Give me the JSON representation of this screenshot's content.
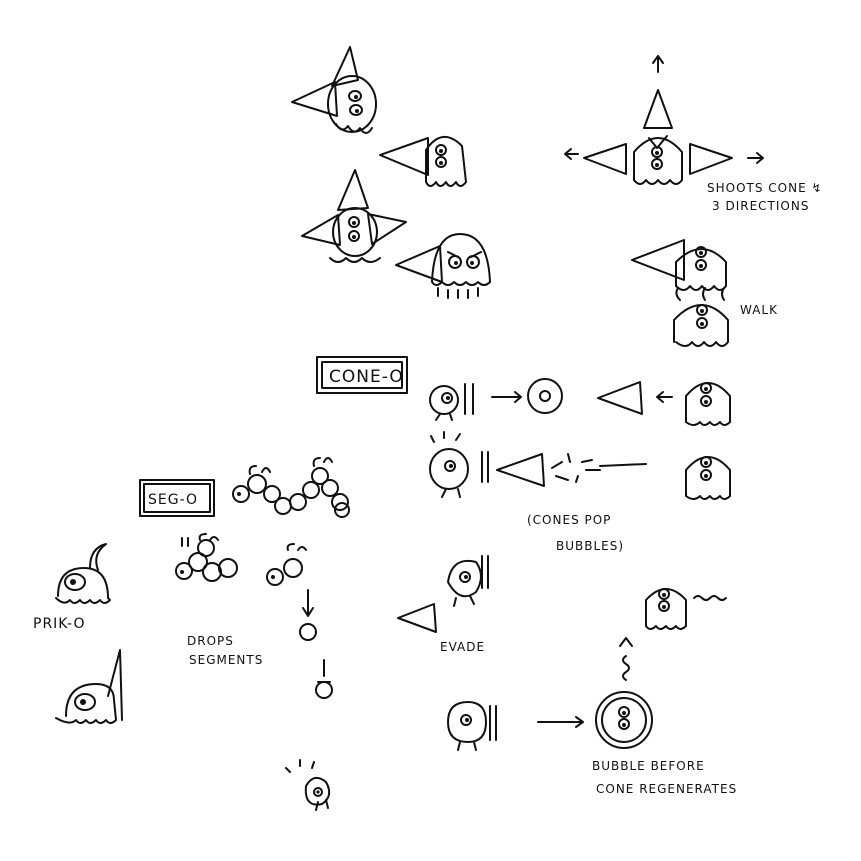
{
  "labels": {
    "cone_o_title": "CONE-O",
    "seg_o_title": "SEG-O",
    "prik_o": "PRIK-O",
    "shoots_line1": "SHOOTS CONE ↯",
    "shoots_line2": "3 DIRECTIONS",
    "walk": "WALK",
    "cones_pop_line1": "(CONES POP",
    "cones_pop_line2": "BUBBLES)",
    "drops_line1": "DROPS",
    "drops_line2": "SEGMENTS",
    "evade": "EVADE",
    "bubble_line1": "BUBBLE BEFORE",
    "bubble_line2": "CONE REGENERATES"
  },
  "colors": {
    "ink": "#111111",
    "paper": "#ffffff"
  }
}
